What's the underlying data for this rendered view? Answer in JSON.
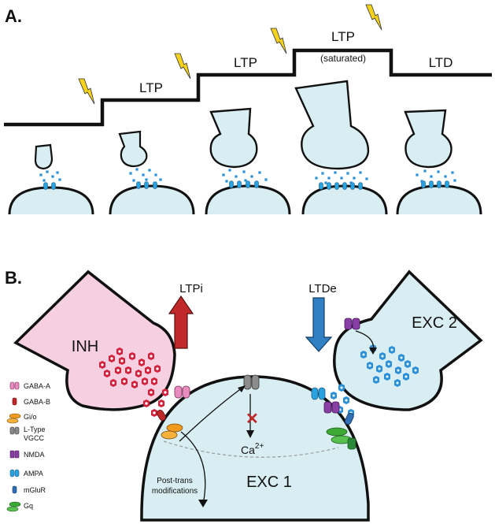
{
  "panel_a": {
    "label": "A.",
    "steps": [
      {
        "text": "LTP"
      },
      {
        "text": "LTP"
      },
      {
        "text": "LTP",
        "sub": "(saturated)"
      },
      {
        "text": "LTD"
      }
    ]
  },
  "panel_b": {
    "label": "B.",
    "inh_label": "INH",
    "exc2_label": "EXC 2",
    "exc1_label": "EXC 1",
    "ltpi_label": "LTPi",
    "ltde_label": "LTDe",
    "calcium_base": "Ca",
    "calcium_sup": "2+",
    "note_line1": "Post-trans",
    "note_line2": "modifications",
    "legend": [
      {
        "text": "GABA-A",
        "icon": "gaba-a-icon",
        "color": "#e88cc0"
      },
      {
        "text": "GABA-B",
        "icon": "gaba-b-icon",
        "color": "#c0282a"
      },
      {
        "text": "Gi/o",
        "icon": "gio-icon",
        "color": "#f29a1f"
      },
      {
        "text": "L-Type",
        "icon": "l-type-vgcc-icon",
        "color": "#8c8c8c"
      },
      {
        "text": "VGCC",
        "icon": "",
        "color": ""
      },
      {
        "text": "NMDA",
        "icon": "nmda-icon",
        "color": "#8a3fa6"
      },
      {
        "text": "AMPA",
        "icon": "ampa-icon",
        "color": "#29a3e0"
      },
      {
        "text": "mGluR",
        "icon": "mglur-icon",
        "color": "#2f6fb5"
      },
      {
        "text": "Gq",
        "icon": "gq-icon",
        "color": "#3aaa35"
      }
    ]
  },
  "colors": {
    "cell_fill": "#d8eef2",
    "inh_fill": "#f6cfe0",
    "lightning": "#f5d31c",
    "ltpi_arrow": "#c0282a",
    "ltde_arrow": "#2f7fc2",
    "inh_vesicle": "#d0203a",
    "exc_vesicle": "#2a8fd6"
  }
}
